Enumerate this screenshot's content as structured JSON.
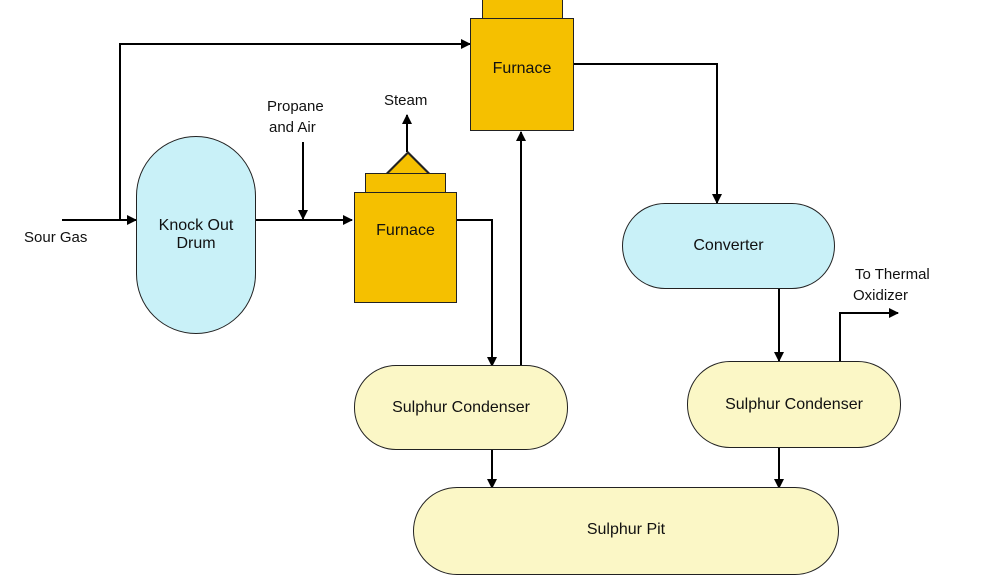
{
  "labels": {
    "sour_gas": "Sour Gas",
    "propane_line1": "Propane",
    "propane_line2": "and Air",
    "steam": "Steam",
    "thermal_line1": "To Thermal",
    "thermal_line2": "Oxidizer"
  },
  "units": {
    "ko_drum_line1": "Knock Out",
    "ko_drum_line2": "Drum",
    "furnace_lower": "Furnace",
    "furnace_upper": "Furnace",
    "converter": "Converter",
    "condenser_left": "Sulphur Condenser",
    "condenser_right": "Sulphur Condenser",
    "sulphur_pit": "Sulphur Pit"
  },
  "colors": {
    "furnace": "#f5c000",
    "drum_converter": "#c9f1f8",
    "condenser_pit": "#fbf7c6",
    "line": "#000000"
  }
}
